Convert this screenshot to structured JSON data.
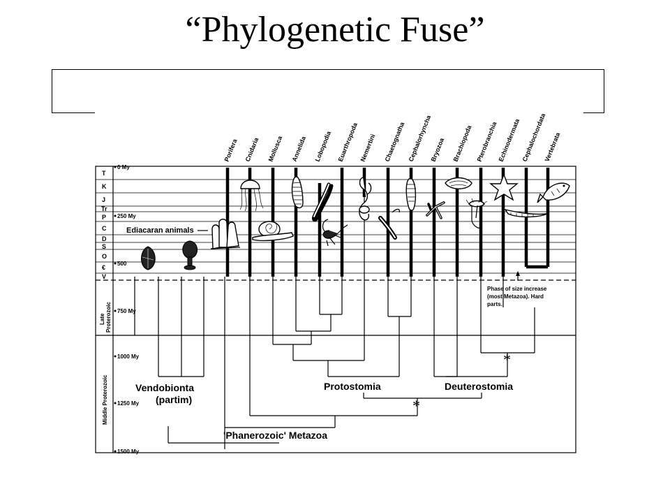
{
  "title": "“Phylogenetic Fuse”",
  "diagram": {
    "taxa": [
      "Porifera",
      "Cnidaria",
      "Mollusca",
      "Annelida",
      "Lobopodia",
      "Euarthropoda",
      "Nemertini",
      "Chaetognatha",
      "Cephalorhyncha",
      "Bryozoa",
      "Brachiopoda",
      "Pterobranchia",
      "Echinodermata",
      "Cephalochordata",
      "Vertebrata"
    ],
    "periods": [
      "T",
      "K",
      "J",
      "Tr",
      "P",
      "C",
      "D",
      "S",
      "O",
      "€",
      "V"
    ],
    "time_labels": {
      "t0": "0 My",
      "t250": "250 My",
      "t500": "500",
      "t750": "750 My",
      "t1000": "1000 My",
      "t1250": "1250 My",
      "t1500": "1500 My"
    },
    "eras": {
      "late_top": "Late",
      "late_bottom": "Proterozoic",
      "middle": "Middle Proterozoic"
    },
    "labels": {
      "ediacaran": "Ediacaran animals",
      "vendobionta_1": "Vendobionta",
      "vendobionta_2": "(partim)",
      "protostomia": "Protostomia",
      "deuterostomia": "Deuterostomia",
      "metazoa": "'Phanerozoic' Metazoa",
      "asterisk": "*"
    },
    "annotation": [
      "Phase of size increase",
      "(most Metazoa). Hard",
      "parts."
    ],
    "icons": [
      "ediacaran-frond-icon",
      "ediacaran-disc-icon",
      "sponge-icon",
      "jellyfish-icon",
      "snail-icon",
      "annelid-worm-icon",
      "scorpion-icon",
      "lobopod-worm-icon",
      "nemertean-icon",
      "chaetognath-icon",
      "priapulid-icon",
      "bryozoan-icon",
      "brachiopod-icon",
      "starfish-icon",
      "pterobranch-icon",
      "lancelet-icon",
      "fish-icon"
    ]
  }
}
